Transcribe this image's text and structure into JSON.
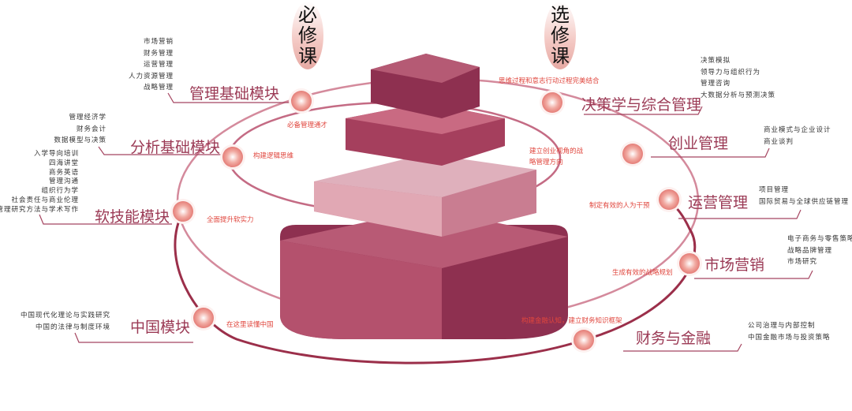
{
  "headers": {
    "required": "必修课",
    "elective": "选修课"
  },
  "modules": [
    {
      "name": "管理基础模块",
      "note": "必备管理通才",
      "courses": [
        "市场营销",
        "财务管理",
        "运营管理",
        "人力资源管理",
        "战略管理"
      ]
    },
    {
      "name": "分析基础模块",
      "note": "构建逻辑思维",
      "courses": [
        "管理经济学",
        "财务会计",
        "数据模型与决策"
      ]
    },
    {
      "name": "软技能模块",
      "note": "全面提升软实力",
      "courses": [
        "入学导向培训",
        "四海讲堂",
        "商务英语",
        "管理沟通",
        "组织行为学",
        "社会责任与商业伦理",
        "管理研究方法与学术写作"
      ]
    },
    {
      "name": "中国模块",
      "note": "在这里读懂中国",
      "courses": [
        "中国现代化理论与实践研究",
        "中国的法律与制度环境"
      ]
    },
    {
      "name": "决策学与综合管理",
      "note": "思维过程和意志行动过程完美结合",
      "courses": [
        "决策模拟",
        "领导力与组织行为",
        "管理咨询",
        "大数据分析与预测决策"
      ]
    },
    {
      "name": "创业管理",
      "note": "建立创业视角的战略管理方向",
      "courses": [
        "商业模式与企业设计",
        "商业谈判"
      ]
    },
    {
      "name": "运营管理",
      "note": "制定有效的人为干预",
      "courses": [
        "项目管理",
        "国际贸易与全球供应链管理"
      ]
    },
    {
      "name": "市场营销",
      "note": "生成有效的战略规划",
      "courses": [
        "电子商务与零售策略",
        "战略品牌管理",
        "市场研究"
      ]
    },
    {
      "name": "财务与金融",
      "note": "构建金融认知，建立财务知识框架",
      "courses": [
        "公司治理与内部控制",
        "中国金融市场与投资策略"
      ]
    }
  ]
}
